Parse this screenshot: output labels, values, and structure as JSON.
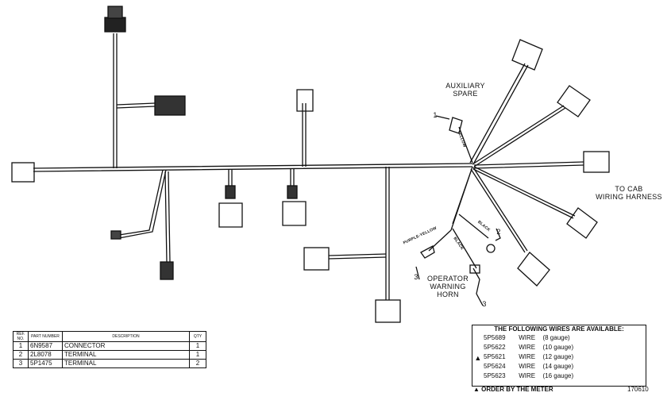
{
  "labels": {
    "auxiliary_spare": "AUXILIARY\nSPARE",
    "to_cab": "TO CAB\nWIRING HARNESS",
    "operator_horn": "OPERATOR\nWARNING\nHORN",
    "yellow": "YELLOW",
    "black_1": "BLACK",
    "black_2": "BLACK",
    "purple_yellow": "PURPLE-YELLOW"
  },
  "parts_table": {
    "headers": [
      "REF. NO.",
      "PART NUMBER",
      "DESCRIPTION",
      "QTY"
    ],
    "rows": [
      {
        "ref": "1",
        "part": "6N9587",
        "desc": "CONNECTOR",
        "qty": "1"
      },
      {
        "ref": "2",
        "part": "2L8078",
        "desc": "TERMINAL",
        "qty": "1"
      },
      {
        "ref": "3",
        "part": "5P1475",
        "desc": "TERMINAL",
        "qty": "2"
      }
    ]
  },
  "wires_available": {
    "title": "THE FOLLOWING WIRES ARE AVAILABLE:",
    "marker": "▲",
    "rows": [
      {
        "part": "5P5689",
        "type": "WIRE",
        "gauge": "(8 gauge)"
      },
      {
        "part": "5P5622",
        "type": "WIRE",
        "gauge": "(10 gauge)"
      },
      {
        "part": "5P5621",
        "type": "WIRE",
        "gauge": "(12 gauge)"
      },
      {
        "part": "5P5624",
        "type": "WIRE",
        "gauge": "(14 gauge)"
      },
      {
        "part": "5P5623",
        "type": "WIRE",
        "gauge": "(16 gauge)"
      }
    ]
  },
  "note": "▲ ORDER BY THE METER",
  "drawing_number": "170610",
  "callouts": [
    "1",
    "2",
    "3",
    "3"
  ]
}
